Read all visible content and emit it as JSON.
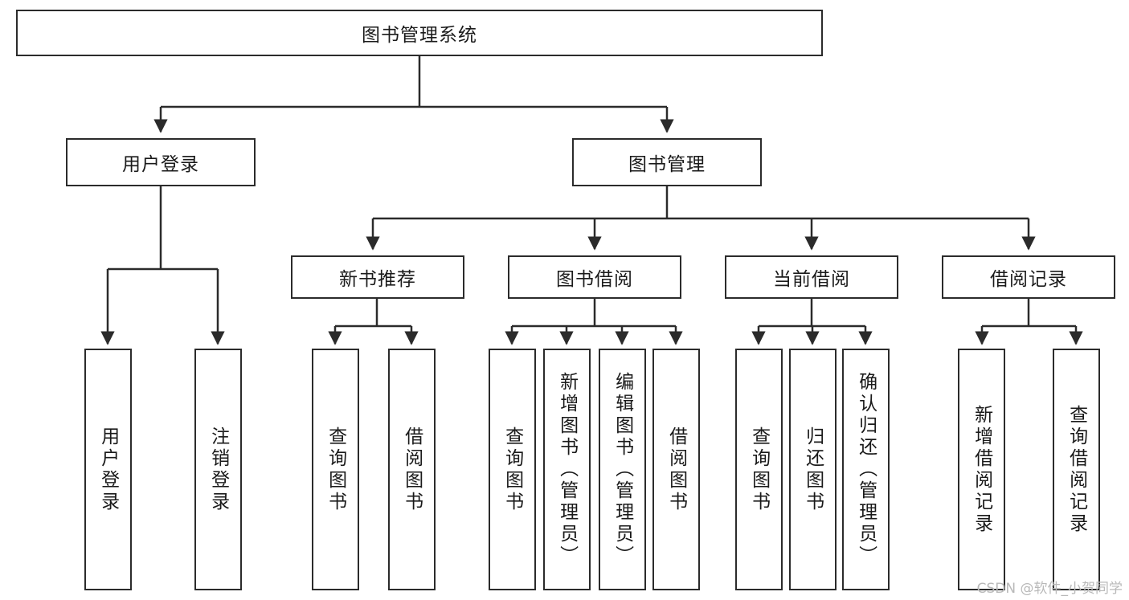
{
  "diagram": {
    "type": "tree-hierarchy",
    "title": "图书管理系统",
    "orientation": "top-down",
    "root": {
      "id": "root",
      "label": "图书管理系统",
      "text_direction": "horizontal"
    },
    "level2": [
      {
        "id": "user-login",
        "label": "用户登录",
        "text_direction": "horizontal"
      },
      {
        "id": "book-management",
        "label": "图书管理",
        "text_direction": "horizontal"
      }
    ],
    "level3": [
      {
        "id": "new-book-recommend",
        "label": "新书推荐",
        "parent": "book-management",
        "text_direction": "horizontal"
      },
      {
        "id": "book-borrow",
        "label": "图书借阅",
        "parent": "book-management",
        "text_direction": "horizontal"
      },
      {
        "id": "current-borrow",
        "label": "当前借阅",
        "parent": "book-management",
        "text_direction": "horizontal"
      },
      {
        "id": "borrow-record",
        "label": "借阅记录",
        "parent": "book-management",
        "text_direction": "horizontal"
      }
    ],
    "leaves": [
      {
        "id": "leaf-user-login",
        "label": "用户登录",
        "parent": "user-login",
        "text_direction": "vertical"
      },
      {
        "id": "leaf-user-logout",
        "label": "注销登录",
        "parent": "user-login",
        "text_direction": "vertical"
      },
      {
        "id": "leaf-query-book-1",
        "label": "查询图书",
        "parent": "new-book-recommend",
        "text_direction": "vertical"
      },
      {
        "id": "leaf-borrow-book-1",
        "label": "借阅图书",
        "parent": "new-book-recommend",
        "text_direction": "vertical"
      },
      {
        "id": "leaf-query-book-2",
        "label": "查询图书",
        "parent": "book-borrow",
        "text_direction": "vertical"
      },
      {
        "id": "leaf-add-book",
        "label": "新增图书（管理员）",
        "parent": "book-borrow",
        "text_direction": "vertical"
      },
      {
        "id": "leaf-edit-book",
        "label": "编辑图书（管理员）",
        "parent": "book-borrow",
        "text_direction": "vertical"
      },
      {
        "id": "leaf-borrow-book-2",
        "label": "借阅图书",
        "parent": "book-borrow",
        "text_direction": "vertical"
      },
      {
        "id": "leaf-query-book-3",
        "label": "查询图书",
        "parent": "current-borrow",
        "text_direction": "vertical"
      },
      {
        "id": "leaf-return-book",
        "label": "归还图书",
        "parent": "current-borrow",
        "text_direction": "vertical"
      },
      {
        "id": "leaf-confirm-return",
        "label": "确认归还（管理员）",
        "parent": "current-borrow",
        "text_direction": "vertical"
      },
      {
        "id": "leaf-add-record",
        "label": "新增借阅记录",
        "parent": "borrow-record",
        "text_direction": "vertical"
      },
      {
        "id": "leaf-query-record",
        "label": "查询借阅记录",
        "parent": "borrow-record",
        "text_direction": "vertical"
      }
    ],
    "colors": {
      "stroke": "#2b2b2b",
      "fill": "#ffffff",
      "text": "#1a1a1a",
      "watermark": "#b9b9b9"
    }
  },
  "watermark": {
    "text": "CSDN @软件_小贺同学"
  }
}
